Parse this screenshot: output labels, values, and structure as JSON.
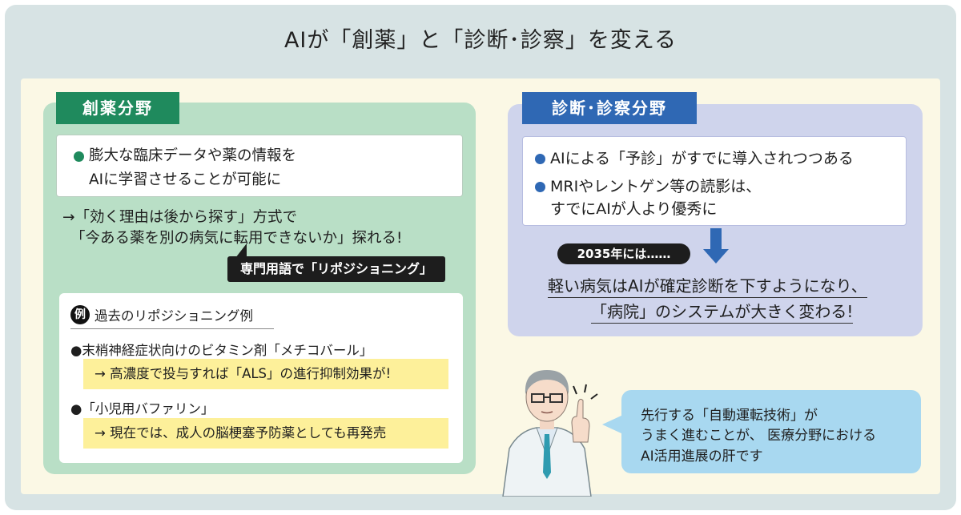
{
  "title": "AIが「創薬」と「診断･診察」を変える",
  "left": {
    "tag": "創薬分野",
    "box_lines": [
      "膨大な臨床データや薬の情報を",
      "AIに学習させることが可能に"
    ],
    "arrow_lines": [
      "→「効く理由は後から探す」方式で",
      "「今ある薬を別の病気に転用できないか」探れる!"
    ],
    "callout": "専門用語で「リポジショニング」",
    "example": {
      "mark": "例",
      "title": "過去のリポジショニング例",
      "items": [
        {
          "label": "●末梢神経症状向けのビタミン剤「メチコバール」",
          "result": "→ 高濃度で投与すれば「ALS」の進行抑制効果が!"
        },
        {
          "label": "●「小児用バファリン」",
          "result": "→ 現在では、成人の脳梗塞予防薬としても再発売"
        }
      ]
    }
  },
  "right": {
    "tag": "診断･診察分野",
    "bullets": [
      {
        "lines": [
          "AIによる「予診」がすでに導入されつつある"
        ]
      },
      {
        "lines": [
          "MRIやレントゲン等の読影は、",
          "すでにAIが人より優秀に"
        ]
      }
    ],
    "pill": "2035年には……",
    "conclusion": [
      "軽い病気はAIが確定診断を下すようになり、",
      "「病院」のシステムが大きく変わる!"
    ]
  },
  "bubble": {
    "lines": [
      "先行する「自動運転技術」が",
      "うまく進むことが、 医療分野における",
      "AI活用進展の肝です"
    ]
  },
  "colors": {
    "green": "#1f8a5d",
    "green_panel": "#b9dfc6",
    "blue": "#2f68b4",
    "blue_panel": "#cfd4ec",
    "yellow": "#fdf09a",
    "bubble": "#a8d8f0",
    "frame": "#d7e3e4",
    "cream": "#fbf8e5"
  },
  "icons": [
    "doctor-illustration",
    "arrow-down-icon",
    "bullet-dot-icon",
    "sparkle-icon"
  ]
}
